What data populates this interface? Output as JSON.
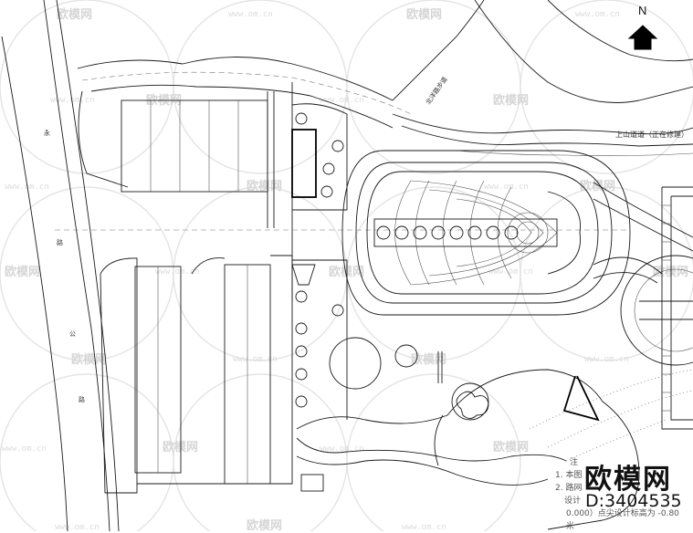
{
  "brand": {
    "name": "欧模网",
    "id_text": "D:3404535",
    "watermark_text": "欧模网",
    "watermark_url": "www.om.cn"
  },
  "north": {
    "label": "N"
  },
  "road_labels": {
    "mountain_road": "上山道道（正在修建）",
    "road_vertical": "永 路 公 路"
  },
  "notes": {
    "heading": "注",
    "line1": "1. 本图",
    "line2": "2. 路网",
    "line3": "设计",
    "line4": "0.000）点尖设计标高为 -0.80",
    "line5": "米"
  },
  "colors": {
    "ink": "#1a1a1a",
    "watermark": "#dcdcdc"
  }
}
